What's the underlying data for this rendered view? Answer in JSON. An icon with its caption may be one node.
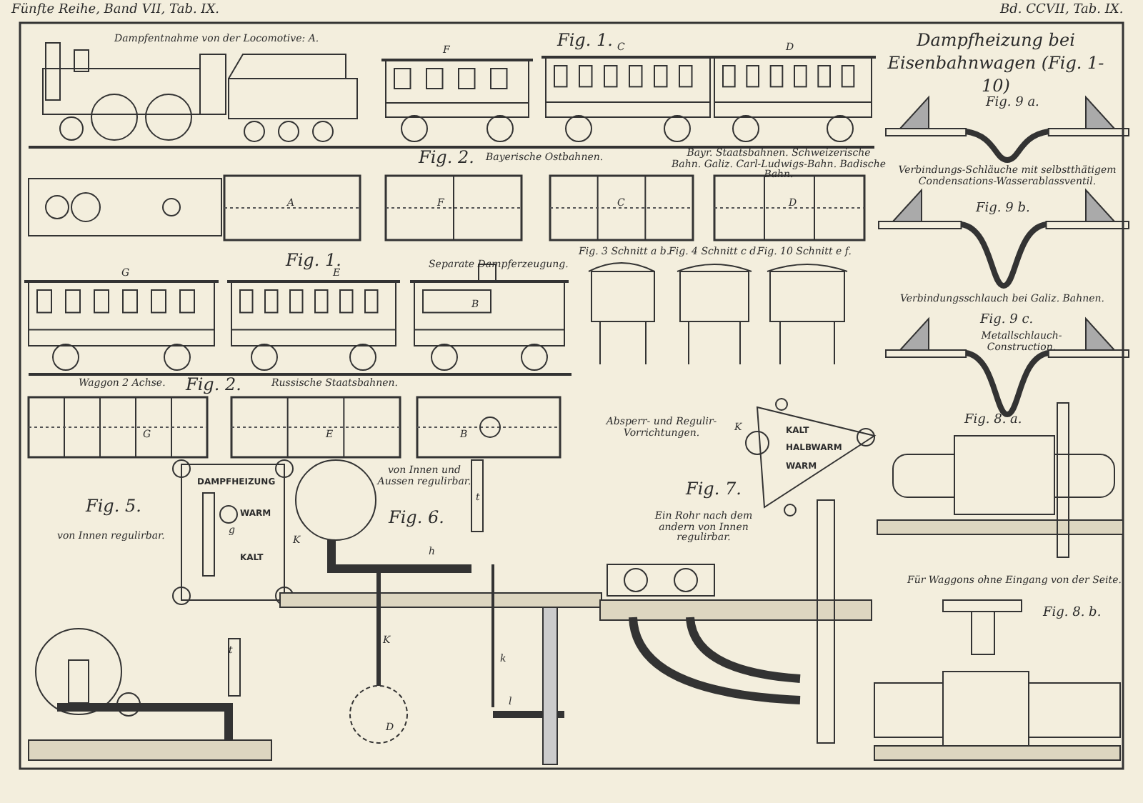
{
  "diagram": {
    "title": "Dampfheizung bei Eisenbahnwagen (Fig. 1-10)",
    "labels": [
      "Fünfte Reihe, Band VII, Tab. IX.",
      "Bd. CCVII, Tab. IX.",
      "Dampfentnahme von der Locomotive: A.",
      "Fig. 1.",
      "F",
      "C",
      "D",
      "Fig. 9 a.",
      "Fig. 2.",
      "Bayerische Ostbahnen.",
      "Bayr. Staatsbahnen. Schweizerische Bahn. Galiz. Carl-Ludwigs-Bahn. Badische Bahn.",
      "Verbindungs-Schläuche mit selbstthätigem Condensations-Wasserablassventil.",
      "A",
      "F",
      "C",
      "D",
      "Fig. 9 b.",
      "Fig. 1.",
      "Fig. 3 Schnitt a b.",
      "Fig. 4 Schnitt c d.",
      "Fig. 10 Schnitt e f.",
      "Separate Dampferzeugung.",
      "G",
      "E",
      "Verbindungsschlauch bei Galiz. Bahnen.",
      "B",
      "Fig. 9 c.",
      "Metallschlauch-Construction.",
      "Waggon 2 Achse.",
      "Fig. 2.",
      "Russische Staatsbahnen.",
      "G",
      "E",
      "B",
      "Absperr- und Regulir-Vorrichtungen.",
      "KALT",
      "HALBWARM",
      "WARM",
      "K",
      "Fig. 8. a.",
      "Fig. 5.",
      "DAMPFHEIZUNG",
      "WARM",
      "g",
      "KALT",
      "K",
      "von Innen und Aussen regulirbar.",
      "Fig. 6.",
      "t",
      "von Innen regulirbar.",
      "Fig. 7.",
      "Ein Rohr nach dem andern von Innen regulirbar.",
      "h",
      "t",
      "K",
      "k",
      "D",
      "l",
      "Für Waggons ohne Eingang von der Seite.",
      "Fig. 8. b."
    ]
  }
}
